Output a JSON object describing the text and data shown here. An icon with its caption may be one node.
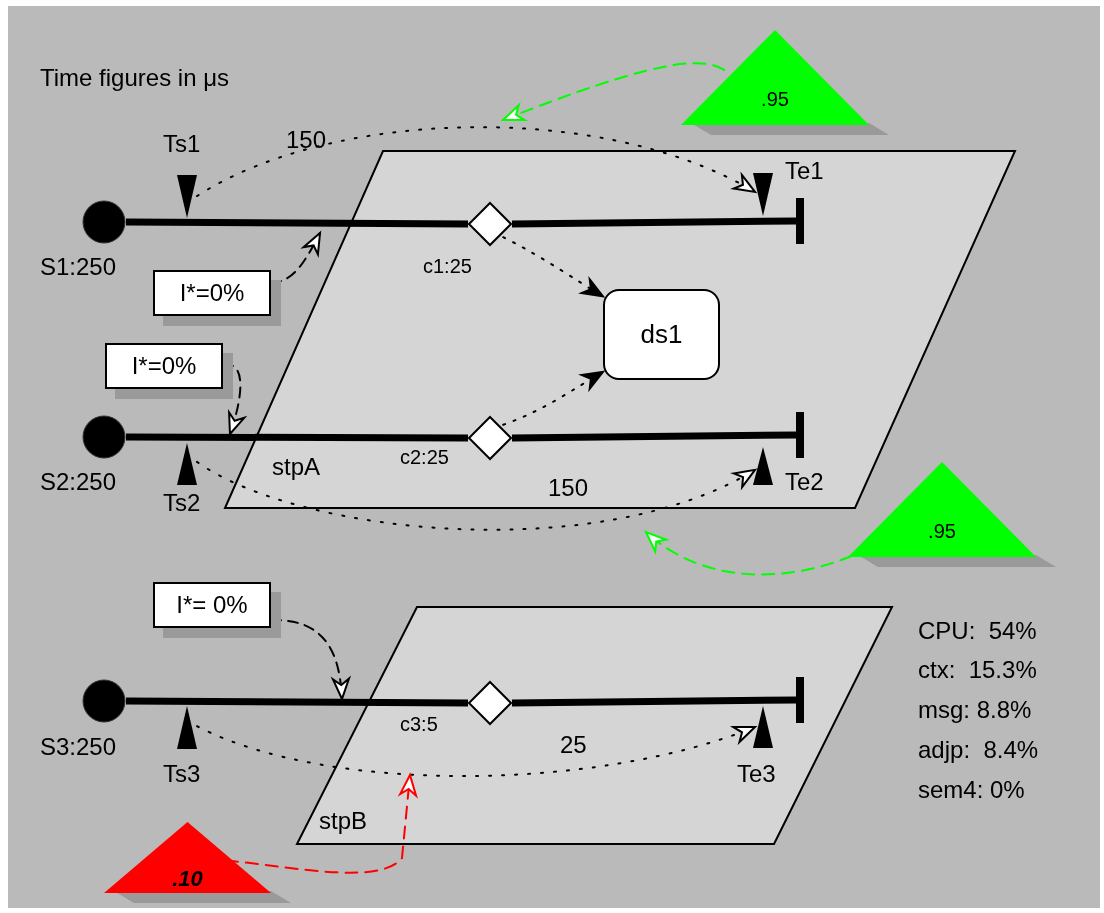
{
  "diagram": {
    "nodes": [
      {
        "text": [
          "stpA"
        ]
      },
      {
        "text": [
          "stpB"
        ]
      },
      {
        "text": [],
        "shape": "circle",
        "beside": [
          "S1:250"
        ]
      },
      {
        "text": [],
        "shape": "triangle",
        "beside": [
          "Ts1"
        ]
      },
      {
        "text": [],
        "shape": "diamond",
        "beside": [
          "c1:25"
        ],
        "in": 0
      },
      {
        "text": [],
        "shape": "triangle",
        "beside": [
          "Te1"
        ],
        "in": 0
      },
      {
        "text": [],
        "shape": "bar",
        "in": 0
      },
      {
        "text": [
          "ds1"
        ],
        "in": 0
      },
      {
        "text": [],
        "shape": "circle",
        "beside": [
          "S2:250"
        ]
      },
      {
        "text": [],
        "shape": "triangle",
        "beside": [
          "Ts2"
        ]
      },
      {
        "text": [],
        "shape": "diamond",
        "beside": [
          "c2:25"
        ],
        "in": 0
      },
      {
        "text": [],
        "shape": "triangle",
        "beside": [
          "Te2"
        ],
        "in": 0
      },
      {
        "text": [],
        "shape": "bar",
        "in": 0
      },
      {
        "text": [],
        "shape": "circle",
        "beside": [
          "S3:250"
        ]
      },
      {
        "text": [],
        "shape": "triangle",
        "beside": [
          "Ts3"
        ]
      },
      {
        "text": [],
        "shape": "diamond",
        "beside": [
          "c3:5"
        ],
        "in": 1
      },
      {
        "text": [],
        "shape": "triangle",
        "beside": [
          "Te3"
        ],
        "in": 1
      },
      {
        "text": [],
        "shape": "bar",
        "in": 1
      },
      {
        "text": [
          "I*=0%"
        ]
      },
      {
        "text": [
          "I*=0%"
        ]
      },
      {
        "text": [
          "I*= 0%"
        ]
      },
      {
        "text": [
          ".95"
        ]
      },
      {
        "text": [
          ".95"
        ]
      },
      {
        "text": [
          ".10"
        ]
      }
    ],
    "edges": [
      {
        "from": 2,
        "to": 4,
        "arrow": "none",
        "style": "thick"
      },
      {
        "from": 4,
        "to": 6,
        "arrow": "none",
        "style": "thick"
      },
      {
        "from": 4,
        "to": 7,
        "arrow": "to",
        "style": "dashed"
      },
      {
        "from": 8,
        "to": 10,
        "arrow": "none",
        "style": "thick"
      },
      {
        "from": 10,
        "to": 12,
        "arrow": "none",
        "style": "thick"
      },
      {
        "from": 10,
        "to": 7,
        "arrow": "to",
        "style": "dashed"
      },
      {
        "from": 13,
        "to": 15,
        "arrow": "none",
        "style": "thick"
      },
      {
        "from": 15,
        "to": 17,
        "arrow": "none",
        "style": "thick"
      },
      {
        "from": 3,
        "to": 5,
        "arrow": "to",
        "style": "dashed",
        "label": "150"
      },
      {
        "from": 9,
        "to": 11,
        "arrow": "to",
        "style": "dashed",
        "label": "150"
      },
      {
        "from": 14,
        "to": 16,
        "arrow": "to",
        "style": "dashed",
        "label": "25"
      },
      {
        "from": 18,
        "to": 0,
        "arrow": "to",
        "style": "dashed"
      },
      {
        "from": 19,
        "to": 0,
        "arrow": "to",
        "style": "dashed"
      },
      {
        "from": 20,
        "to": 1,
        "arrow": "to",
        "style": "dashed"
      },
      {
        "from": 21,
        "to": null,
        "arrow": "to",
        "style": "dashed",
        "color": "#00ff00"
      },
      {
        "from": 22,
        "to": 0,
        "arrow": "to",
        "style": "dashed",
        "color": "#00ff00"
      },
      {
        "from": 23,
        "to": null,
        "arrow": "to",
        "style": "dashed",
        "color": "#ff0000"
      }
    ],
    "labels": [
      "Time figures in μs",
      "CPU:  54%",
      "ctx:  15.3%",
      "msg: 8.8%",
      "adjp:  8.4%",
      "sem4: 0%"
    ]
  }
}
